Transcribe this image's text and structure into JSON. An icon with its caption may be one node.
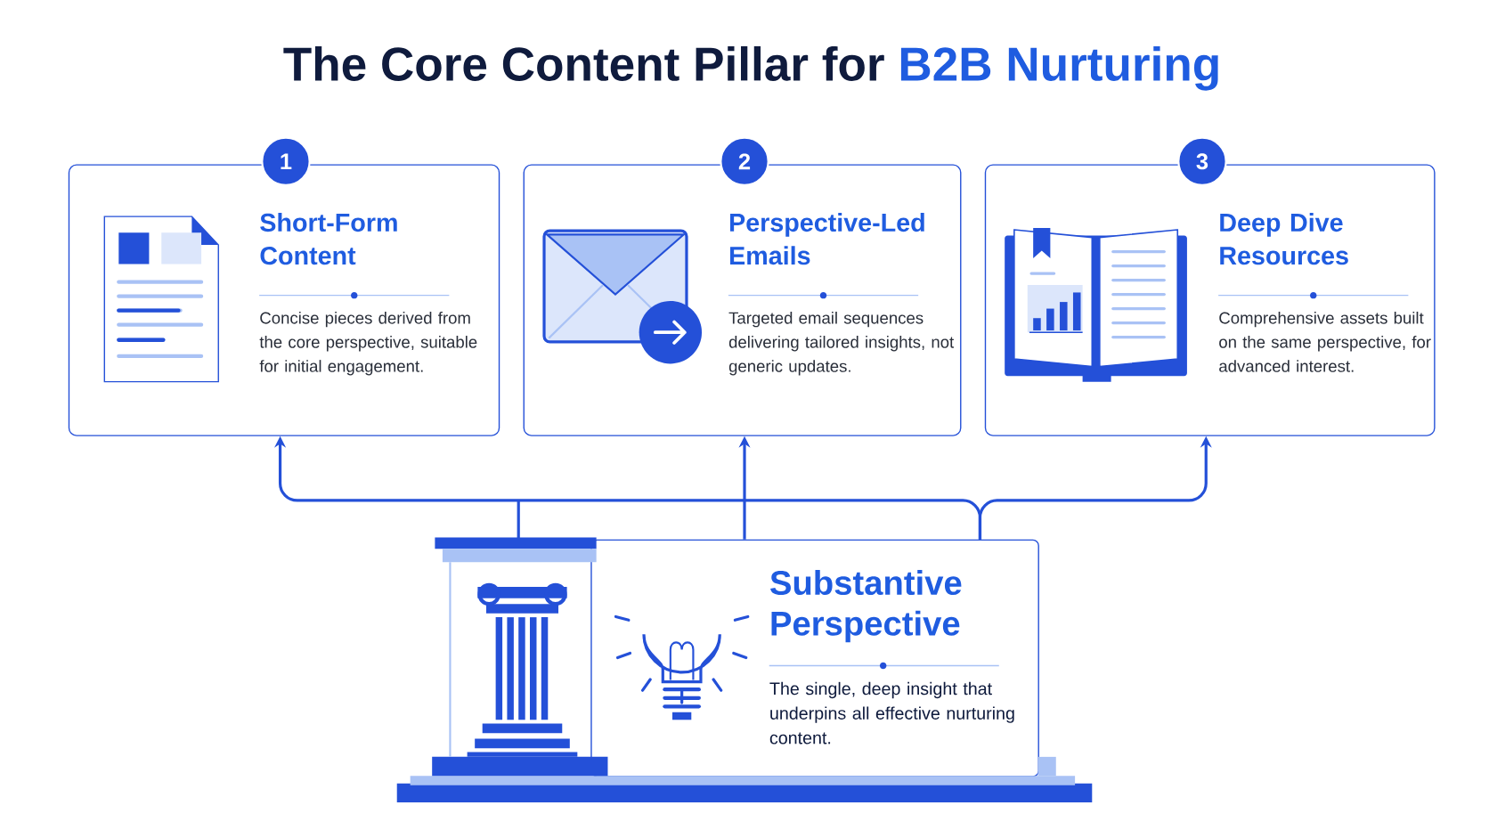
{
  "diagram": {
    "title": "The Core Content Pillar for **B2B Nurturing**",
    "nodes": [
      {
        "text": [
          "1",
          "Short-Form Content",
          "Concise pieces derived from the core perspective, suitable for initial engagement."
        ]
      },
      {
        "text": [
          "2",
          "Perspective-Led Emails",
          "Targeted email sequences delivering tailored insights, not generic updates."
        ]
      },
      {
        "text": [
          "3",
          "Deep Dive Resources",
          "Comprehensive assets built on the same perspective, for advanced interest."
        ]
      },
      {
        "text": [
          "Substantive Perspective",
          "The single, deep insight that underpins all effective nurturing content."
        ]
      }
    ],
    "edges": [
      {
        "from": 3,
        "to": 0,
        "arrow": "to"
      },
      {
        "from": 3,
        "to": 1,
        "arrow": "to"
      },
      {
        "from": 3,
        "to": 2,
        "arrow": "to"
      }
    ]
  }
}
